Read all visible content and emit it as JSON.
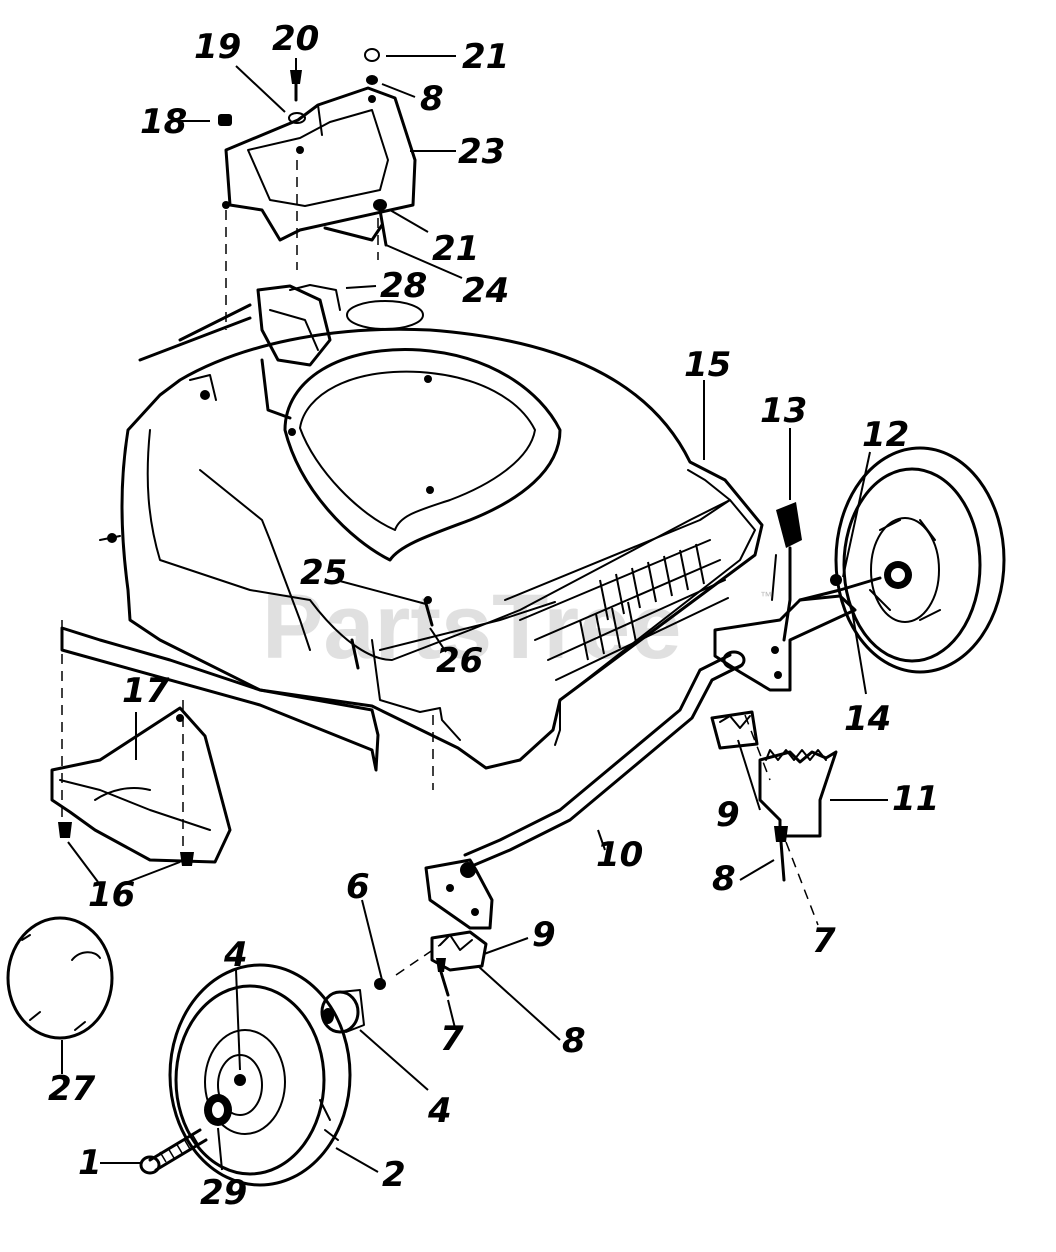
{
  "watermark": {
    "text": "PartsTree",
    "trademark": "™"
  },
  "part_labels": [
    {
      "id": "lbl-1",
      "text": "1"
    },
    {
      "id": "lbl-2",
      "text": "2"
    },
    {
      "id": "lbl-4a",
      "text": "4"
    },
    {
      "id": "lbl-4b",
      "text": "4"
    },
    {
      "id": "lbl-6",
      "text": "6"
    },
    {
      "id": "lbl-7a",
      "text": "7"
    },
    {
      "id": "lbl-7b",
      "text": "7"
    },
    {
      "id": "lbl-8a",
      "text": "8"
    },
    {
      "id": "lbl-8b",
      "text": "8"
    },
    {
      "id": "lbl-8c",
      "text": "8"
    },
    {
      "id": "lbl-9a",
      "text": "9"
    },
    {
      "id": "lbl-9b",
      "text": "9"
    },
    {
      "id": "lbl-10",
      "text": "10"
    },
    {
      "id": "lbl-11",
      "text": "11"
    },
    {
      "id": "lbl-12",
      "text": "12"
    },
    {
      "id": "lbl-13",
      "text": "13"
    },
    {
      "id": "lbl-14",
      "text": "14"
    },
    {
      "id": "lbl-15",
      "text": "15"
    },
    {
      "id": "lbl-16",
      "text": "16"
    },
    {
      "id": "lbl-17",
      "text": "17"
    },
    {
      "id": "lbl-18",
      "text": "18"
    },
    {
      "id": "lbl-19",
      "text": "19"
    },
    {
      "id": "lbl-20",
      "text": "20"
    },
    {
      "id": "lbl-21a",
      "text": "21"
    },
    {
      "id": "lbl-21b",
      "text": "21"
    },
    {
      "id": "lbl-23",
      "text": "23"
    },
    {
      "id": "lbl-24",
      "text": "24"
    },
    {
      "id": "lbl-25",
      "text": "25"
    },
    {
      "id": "lbl-26",
      "text": "26"
    },
    {
      "id": "lbl-27",
      "text": "27"
    },
    {
      "id": "lbl-28",
      "text": "28"
    },
    {
      "id": "lbl-29",
      "text": "29"
    }
  ]
}
